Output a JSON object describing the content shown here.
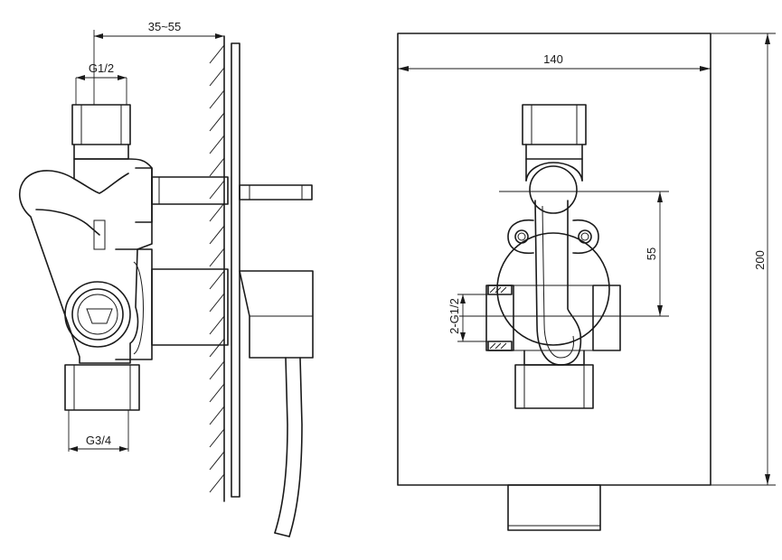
{
  "side_view": {
    "dim_depth": "35~55",
    "dim_inlet": "G1/2",
    "dim_outlet": "G3/4"
  },
  "front_view": {
    "dim_width": "140",
    "dim_height": "200",
    "dim_spacing": "55",
    "dim_ports": "2-G1/2"
  }
}
